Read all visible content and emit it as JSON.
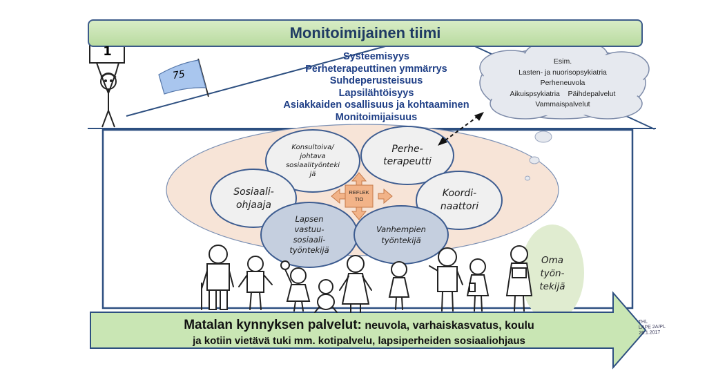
{
  "title": "Monitoimijainen tiimi",
  "principles": [
    "Systeemisyys",
    "Perheterapeuttinen ymmärrys",
    "Suhdeperusteisuus",
    "Lapsilähtöisyys",
    "Asiakkaiden osallisuus ja kohtaaminen",
    "Monitoimijaisuus"
  ],
  "cloud": {
    "lines": [
      "Esim.",
      "Lasten- ja nuorisopsykiatria",
      "Perheneuvola",
      "Aikuispsykiatria    Päihdepalvelut",
      "Vammaispalvelut"
    ]
  },
  "sign_number": "1",
  "flag_number": "75",
  "roles": {
    "konsultoiva": "Konsultoiva/\njohtava\nsosiaalityönteki\njä",
    "perheterapeutti": "Perhe-\nterapeutti",
    "sosiaaliohjaaja": "Sosiaali-\nohjaaja",
    "koordinaattori": "Koordi-\nnaattori",
    "lapsen": "Lapsen\nvastuu-\nsosiaali-\ntyöntekijä",
    "vanhempien": "Vanhempien\ntyöntekijä"
  },
  "reflex": "REFLEK\nTIO",
  "oma": "Oma\ntyön-\ntekijä",
  "arrow": {
    "bold_part": "Matalan kynnyksen palvelut:",
    "rest_line1": " neuvola, varhaiskasvatus, koulu",
    "line2": "ja kotiin vietävä tuki mm. kotipalvelu, lapsiperheiden  sosiaaliohjaus"
  },
  "credit": [
    "THL",
    "LAPE 2A/PL",
    "26.1.2017"
  ],
  "colors": {
    "banner": "#c6e2b0",
    "navy": "#1f3f86",
    "big_ellipse": "#f6e3d6",
    "role_light": "#f0f0f0",
    "role_blue": "#c5cfdf",
    "arrow_green": "#c6e5b2",
    "oma_green": "#e0ecd0",
    "reflex_orange": "#f2b388"
  }
}
